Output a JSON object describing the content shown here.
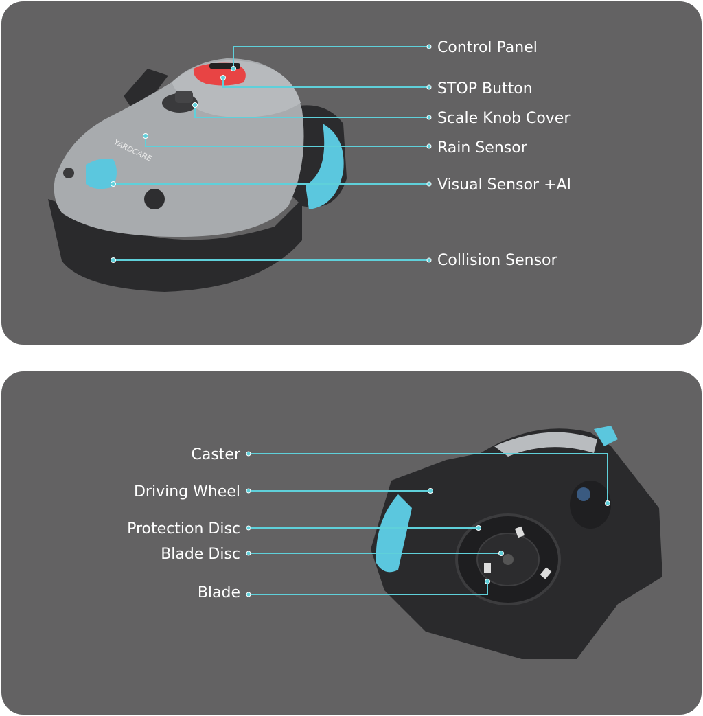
{
  "brand_logo_text": "YARDCARE",
  "colors": {
    "background": "#636263",
    "callout_line": "#5fd0da",
    "accent_body": "#5bc7de",
    "stop_button": "#e84444",
    "label": "#ffffff"
  },
  "top_view": {
    "labels": [
      "Control Panel",
      "STOP Button",
      "Scale Knob Cover",
      "Rain Sensor",
      "Visual Sensor +AI",
      "Collision Sensor"
    ]
  },
  "bottom_view": {
    "labels": [
      "Caster",
      "Driving Wheel",
      "Protection Disc",
      "Blade Disc",
      "Blade"
    ]
  }
}
